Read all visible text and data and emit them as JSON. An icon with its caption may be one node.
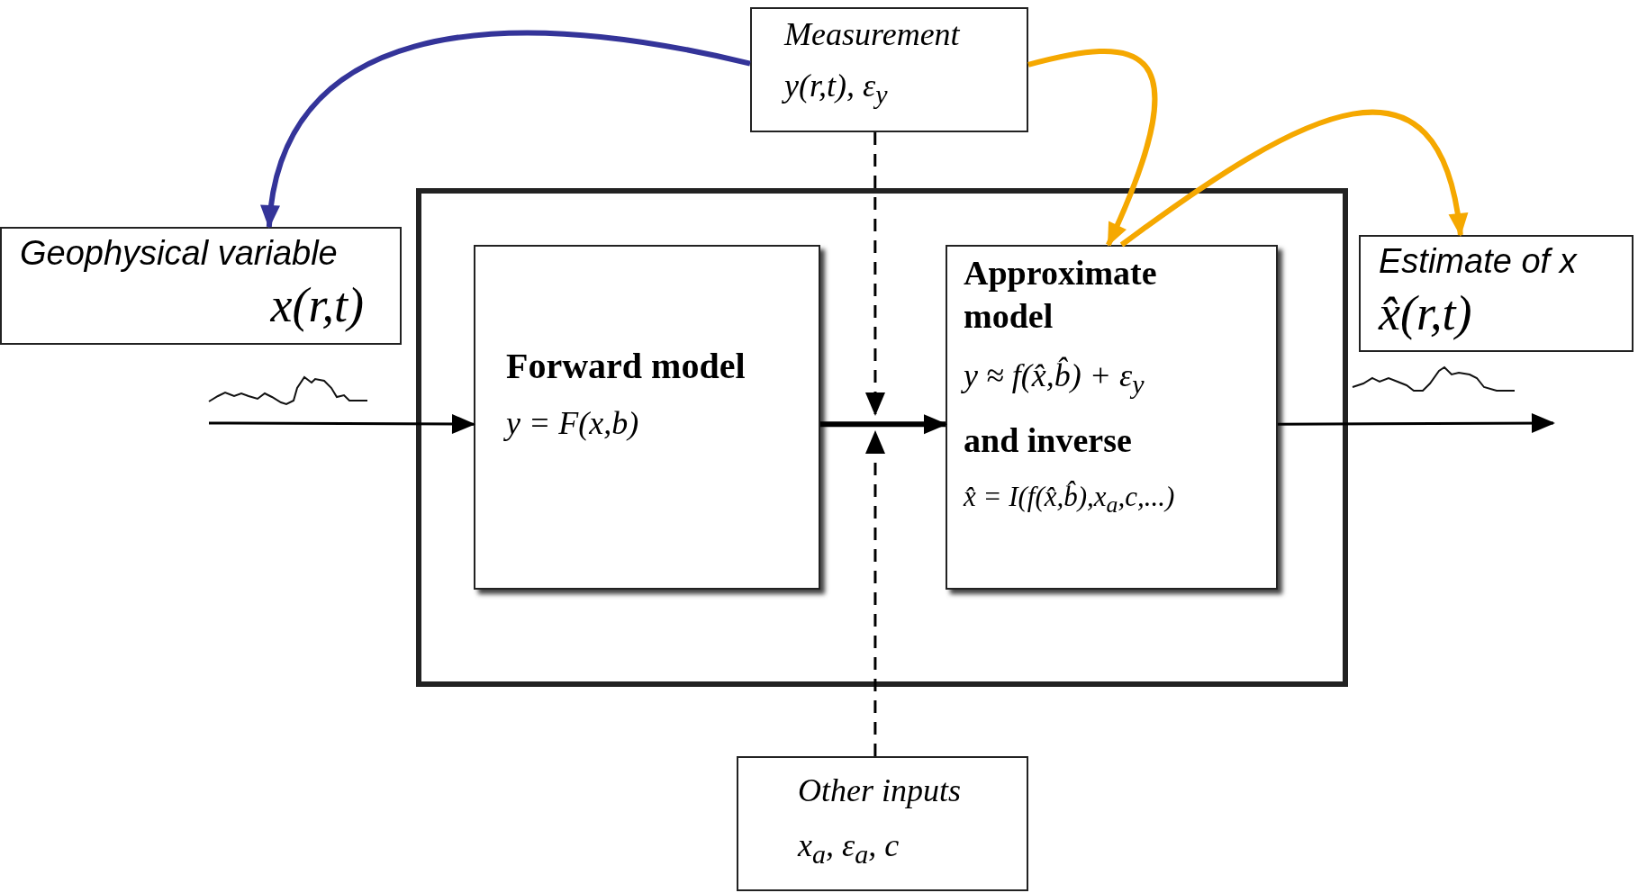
{
  "diagram": {
    "nodes": [
      {
        "text": [
          "Measurement",
          "y(r,t),  ε$_{y}$"
        ]
      },
      {
        "text": [
          "Geophysical variable",
          "x(r,t)"
        ]
      },
      {
        "text": [],
        "shape": "box"
      },
      {
        "text": [
          "Forward model",
          "y = F(x,b)"
        ],
        "in": 2
      },
      {
        "text": [
          "Approximate model",
          "y ≈ f(x̂,b̂) + ε$_{y}$",
          "and inverse",
          "x̂ = I(f(x̂,b̂),x$_{a}$,c,...)"
        ],
        "in": 2
      },
      {
        "text": [
          "Estimate of x",
          "x̂(r,t)"
        ]
      },
      {
        "text": [
          "Other inputs",
          "x$_{a}$,  ε$_{a}$,  c"
        ]
      }
    ],
    "edges": [
      {
        "from": null,
        "to": 3,
        "arrow": "to"
      },
      {
        "from": 3,
        "to": 4,
        "arrow": "to",
        "style": "thick"
      },
      {
        "from": 4,
        "to": null,
        "arrow": "to"
      },
      {
        "from": 0,
        "to": null,
        "arrow": "to",
        "style": "dashed"
      },
      {
        "from": 6,
        "to": null,
        "arrow": "to",
        "style": "dashed"
      },
      {
        "from": 0,
        "to": 1,
        "arrow": "to",
        "style": "thick",
        "color": "#343499"
      },
      {
        "from": 0,
        "to": 4,
        "arrow": "to",
        "style": "thick",
        "color": "#f5a800"
      },
      {
        "from": 4,
        "to": 5,
        "arrow": "to",
        "style": "thick",
        "color": "#f5a800"
      }
    ]
  }
}
